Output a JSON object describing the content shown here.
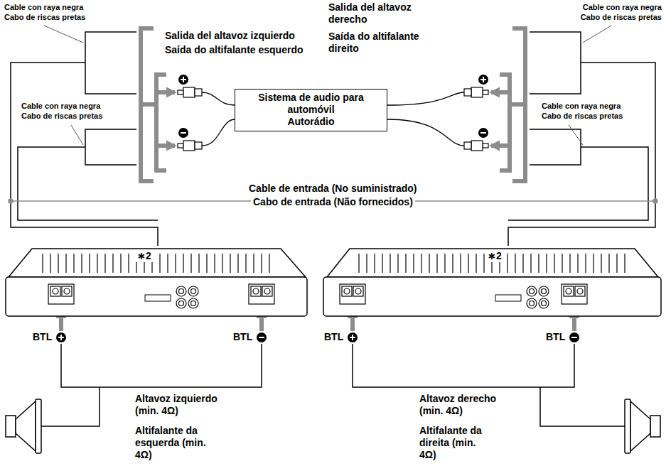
{
  "diagram": {
    "nodes": [
      {
        "text": [
          "Sistema de audio para automóvil",
          "Autorádio"
        ]
      }
    ],
    "labels": [
      "Cable con raya negra",
      "Cabo de riscas pretas",
      "Salida del altavoz izquierdo",
      "Saída do altifalante esquerdo",
      "Salida del altavoz derecho",
      "Saída do altifalante direito",
      "Cable con raya negra",
      "Cabo de riscas pretas",
      "Cable con raya negra",
      "Cabo de riscas pretas",
      "Cable con raya negra",
      "Cabo de riscas pretas",
      "Cable de entrada (No suministrado)",
      "Cabo de entrada (Não fornecidos)",
      "∗2",
      "∗2",
      "BTL",
      "BTL",
      "BTL",
      "BTL",
      "Altavoz izquierdo (min. 4Ω)",
      "Altifalante da esquerda (min. 4Ω)",
      "Altavoz derecho (min. 4Ω)",
      "Altifalante da direita (min. 4Ω)"
    ]
  }
}
